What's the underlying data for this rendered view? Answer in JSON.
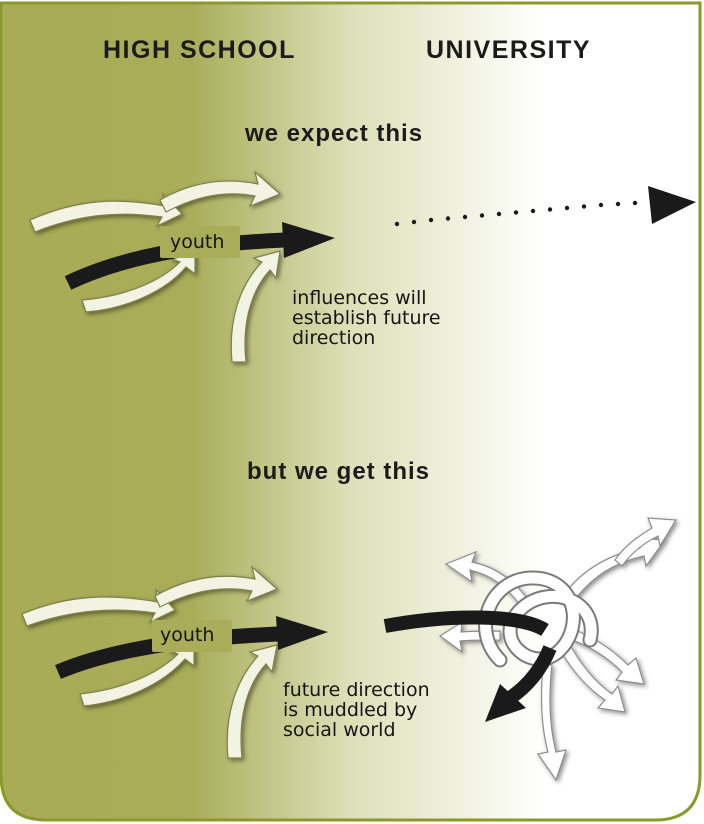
{
  "columns": {
    "left": "HIGH SCHOOL",
    "right": "UNIVERSITY"
  },
  "expected": {
    "title": "we expect this",
    "arrow_label": "youth",
    "caption": [
      "influences will",
      "establish future",
      "direction"
    ]
  },
  "actual": {
    "title": "but we get this",
    "arrow_label": "youth",
    "caption": [
      "future direction",
      "is muddled by",
      "social world"
    ]
  },
  "colors": {
    "border": "#8a9a2a",
    "green": "#a9ad59",
    "arrow": "#1a1a1a"
  }
}
